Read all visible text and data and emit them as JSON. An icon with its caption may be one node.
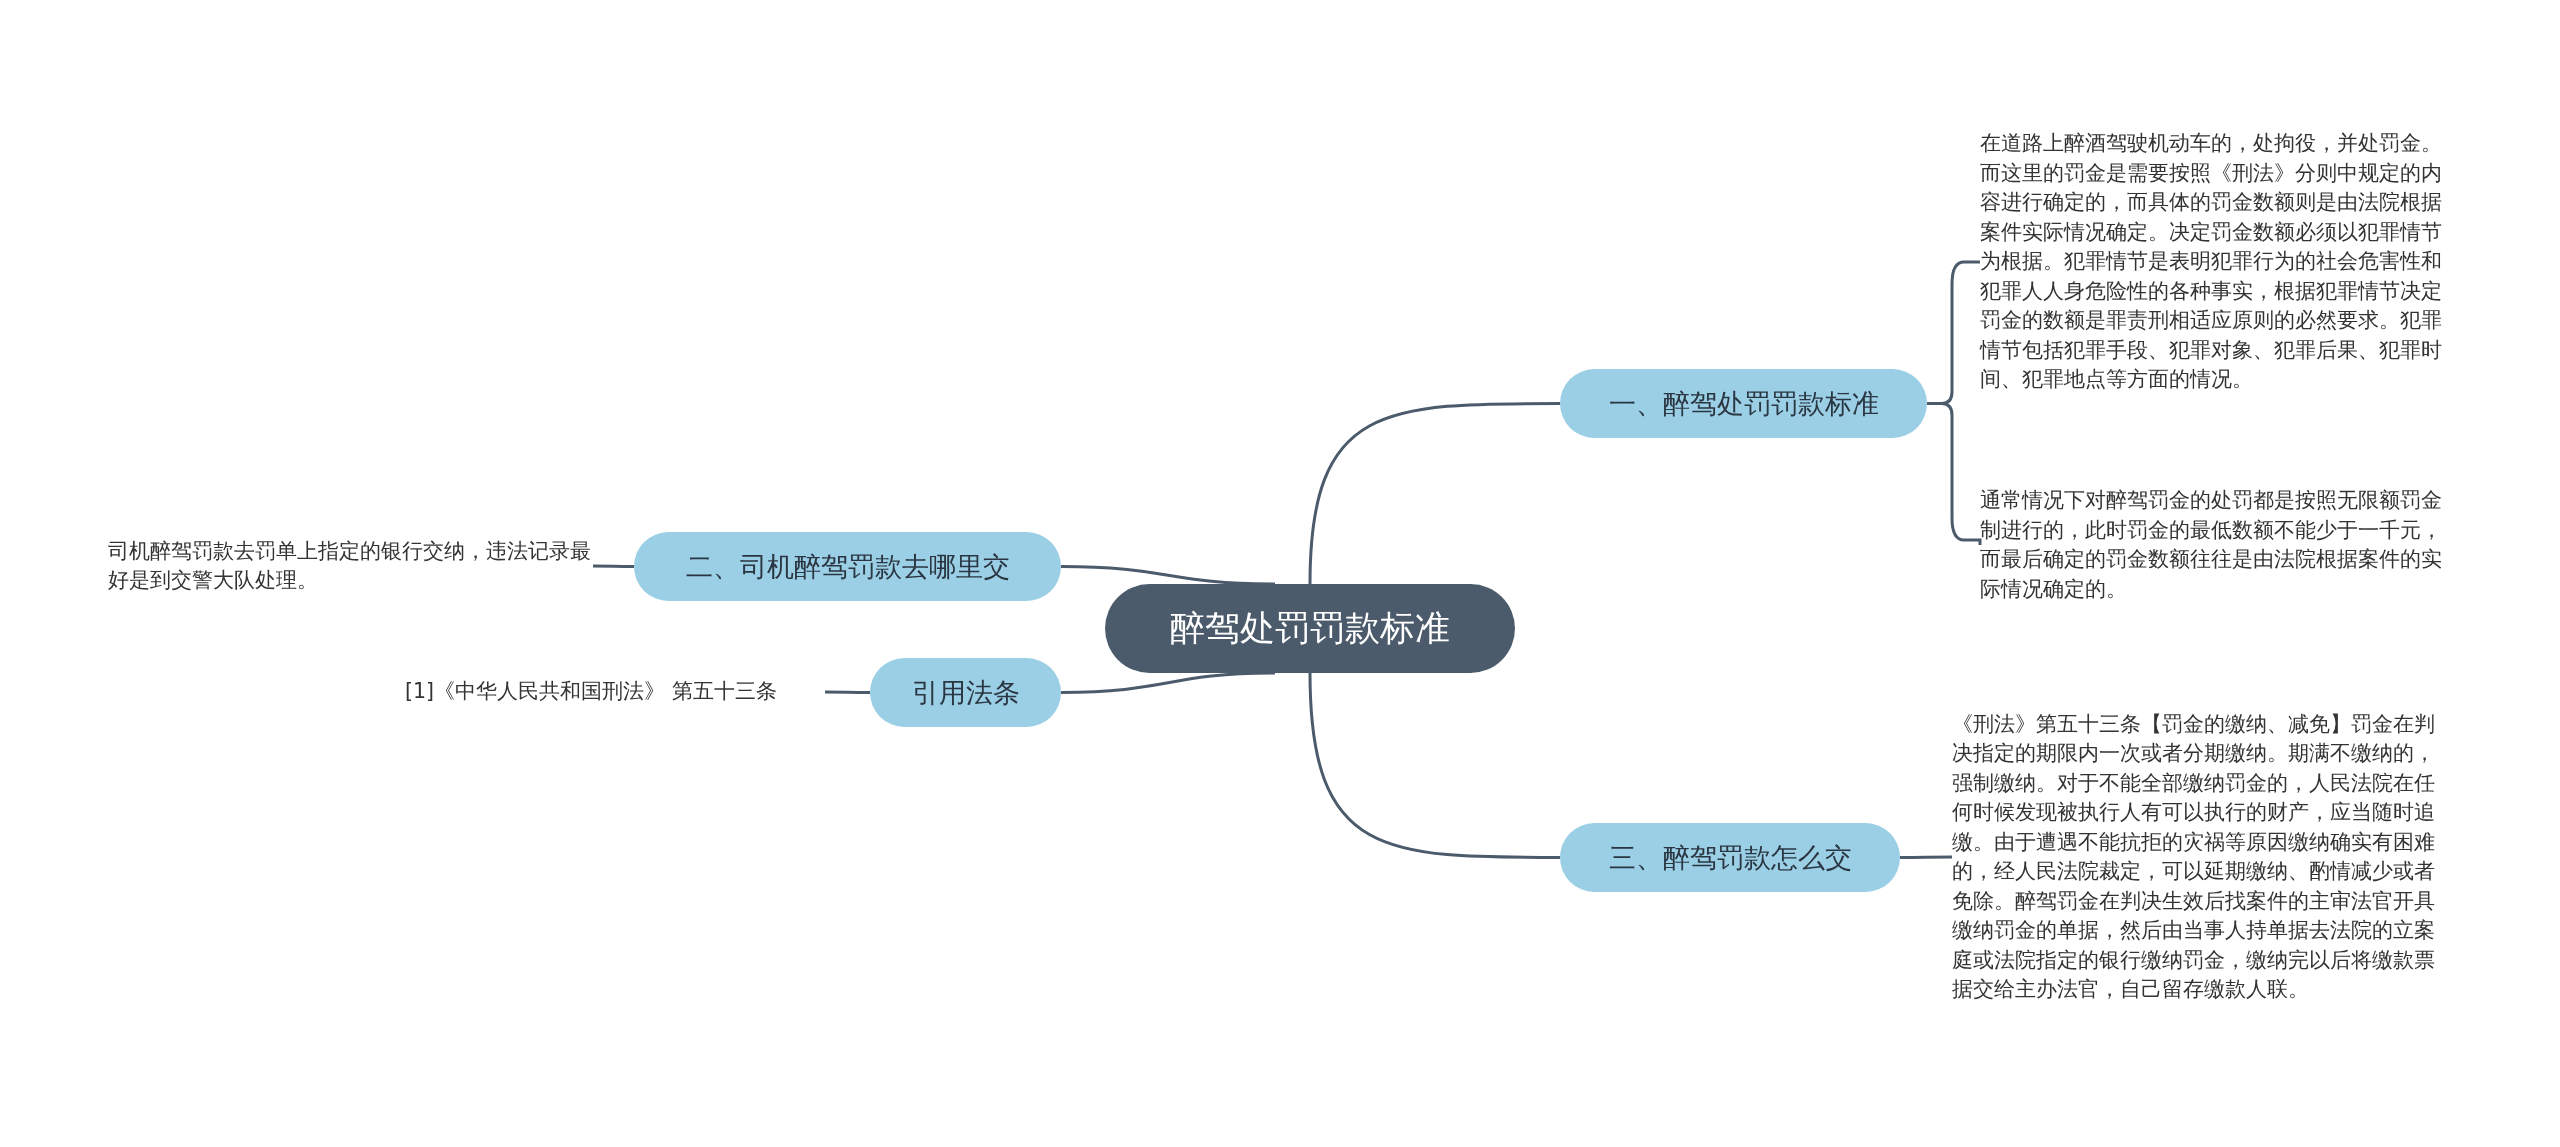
{
  "diagram": {
    "nodes": [
      {
        "text": [
          "醉驾处罚罚款标准"
        ]
      },
      {
        "text": [
          "一、醉驾处罚罚款标准"
        ]
      },
      {
        "text": [
          "在道路上醉酒驾驶机动车的，处拘役，并处罚金。而这里的罚金是需要按照《刑法》分则中规定的内容进行确定的，而具体的罚金数额则是由法院根据案件实际情况确定。决定罚金数额必须以犯罪情节为根据。犯罪情节是表明犯罪行为的社会危害性和犯罪人人身危险性的各种事实，根据犯罪情节决定罚金的数额是罪责刑相适应原则的必然要求。犯罪情节包括犯罪手段、犯罪对象、犯罪后果、犯罪时间、犯罪地点等方面的情况。"
        ]
      },
      {
        "text": [
          "通常情况下对醉驾罚金的处罚都是按照无限额罚金制进行的，此时罚金的最低数额不能少于一千元，而最后确定的罚金数额往往是由法院根据案件的实际情况确定的。"
        ]
      },
      {
        "text": [
          "二、司机醉驾罚款去哪里交"
        ]
      },
      {
        "text": [
          "司机醉驾罚款去罚单上指定的银行交纳，违法记录最好是到交警大队处理。"
        ]
      },
      {
        "text": [
          "引用法条"
        ]
      },
      {
        "text": [
          "[1]《中华人民共和国刑法》 第五十三条"
        ]
      },
      {
        "text": [
          "三、醉驾罚款怎么交"
        ]
      },
      {
        "text": [
          "《刑法》第五十三条【罚金的缴纳、减免】罚金在判决指定的期限内一次或者分期缴纳。期满不缴纳的，强制缴纳。对于不能全部缴纳罚金的，人民法院在任何时候发现被执行人有可以执行的财产，应当随时追缴。由于遭遇不能抗拒的灾祸等原因缴纳确实有困难的，经人民法院裁定，可以延期缴纳、酌情减少或者免除。醉驾罚金在判决生效后找案件的主审法官开具缴纳罚金的单据，然后由当事人持单据去法院的立案庭或法院指定的银行缴纳罚金，缴纳完以后将缴款票据交给主办法官，自己留存缴款人联。"
        ]
      }
    ],
    "edges": [
      {
        "from": 0,
        "to": 1,
        "arrow": "none"
      },
      {
        "from": 1,
        "to": 2,
        "arrow": "none"
      },
      {
        "from": 1,
        "to": 3,
        "arrow": "none"
      },
      {
        "from": 0,
        "to": 4,
        "arrow": "none"
      },
      {
        "from": 4,
        "to": 5,
        "arrow": "none"
      },
      {
        "from": 0,
        "to": 6,
        "arrow": "none"
      },
      {
        "from": 6,
        "to": 7,
        "arrow": "none"
      },
      {
        "from": 0,
        "to": 8,
        "arrow": "none"
      },
      {
        "from": 8,
        "to": 9,
        "arrow": "none"
      }
    ]
  }
}
